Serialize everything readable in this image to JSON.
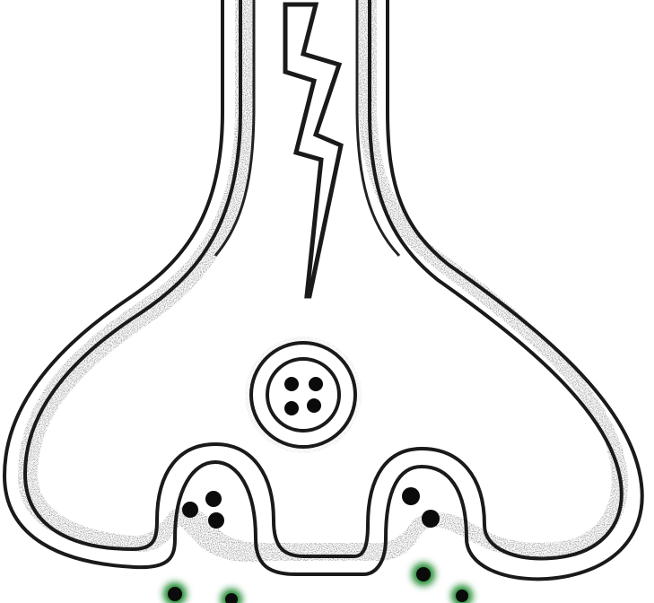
{
  "diagram": {
    "labels": [],
    "palette": {
      "ink": "#1a1a1a",
      "stipple": "#4a4a4a",
      "background": "#ffffff",
      "neurotransmitter": "#1e8a2e",
      "neurotransmitter_core": "#0b0b0b"
    },
    "parts": {
      "axon": "axon-terminal",
      "impulse": "lightning-bolt-impulse",
      "vesicle": "synaptic-vesicle",
      "release": "vesicle-fusing-with-membrane",
      "transmitter": "neurotransmitter-molecule"
    }
  }
}
